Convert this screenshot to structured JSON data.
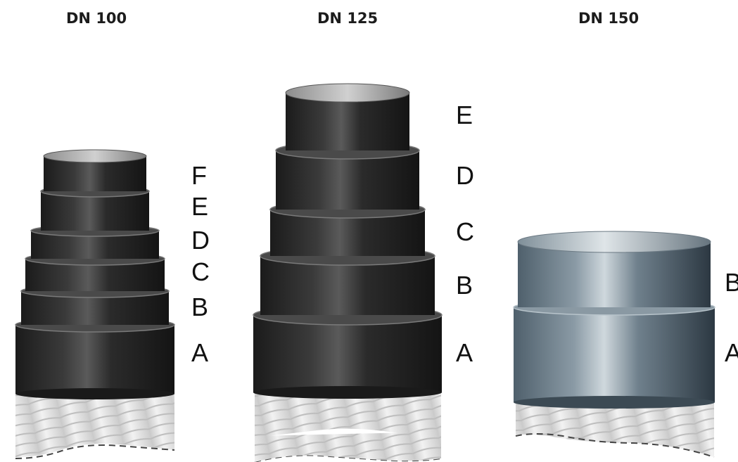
{
  "columns": [
    {
      "title": "DN 100",
      "sections": [
        "F",
        "E",
        "D",
        "C",
        "B",
        "A"
      ]
    },
    {
      "title": "DN 125",
      "sections": [
        "E",
        "D",
        "C",
        "B",
        "A"
      ]
    },
    {
      "title": "DN 150",
      "sections": [
        "B",
        "A"
      ]
    }
  ],
  "colors": {
    "black_reducer": "#2a2a2a",
    "steel_reducer": "#6d7f8c",
    "insulation": "#e3e3e3",
    "dashed_cut": "#444444"
  }
}
